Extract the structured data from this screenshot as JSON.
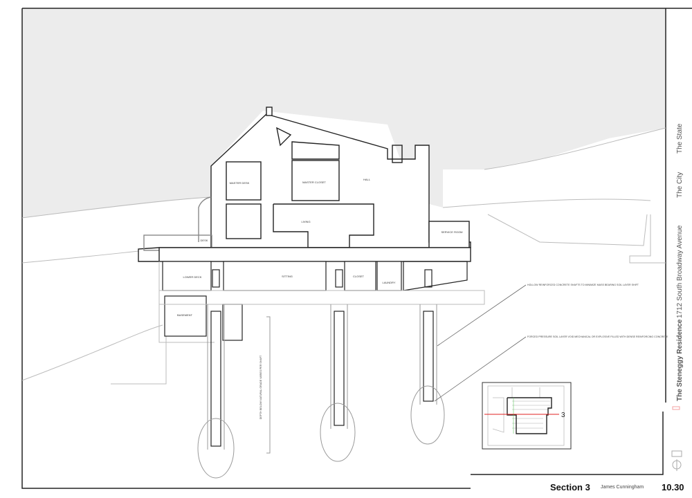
{
  "sheet": {
    "title": "Section 3",
    "author": "James Cunningham",
    "sheet_number": "10.30"
  },
  "side_titles": {
    "project": "The Steneggy Residence",
    "address": "1712 South Broadway Avenue",
    "city": "The City",
    "state": "The State"
  },
  "rooms": {
    "master_desk": "MASTER DESK",
    "master_closet": "MASTER CLOSET",
    "hall": "HALL",
    "living": "LIVING",
    "desk": "DESK",
    "service_room": "SERVICE ROOM",
    "lower_deck": "LOWER DECK",
    "sitting": "SITTING",
    "closet": "CLOSET",
    "laundry": "LAUNDRY",
    "basement": "BASEMENT"
  },
  "notes": {
    "shafts": "HOLLOW REINFORCED CONCRETE SHAFTS TO MINIMIZE MASS BEARING SOIL LAYER SHIFT",
    "voids": "FORCED PRESSURE SOIL LAYER VOID MECHANICAL OR EXPLOSIVE FILLED WITH DENSE REINFORCING CONCRETE",
    "depth": "DEPTH BELOW NATURAL GRADE VARIES PER SHAFT"
  },
  "key_plan": {
    "section_marker": "3",
    "line_color": "#e02020"
  },
  "colors": {
    "sky": "#ececec",
    "line": "#222222",
    "light_line": "#b0b0b0"
  }
}
